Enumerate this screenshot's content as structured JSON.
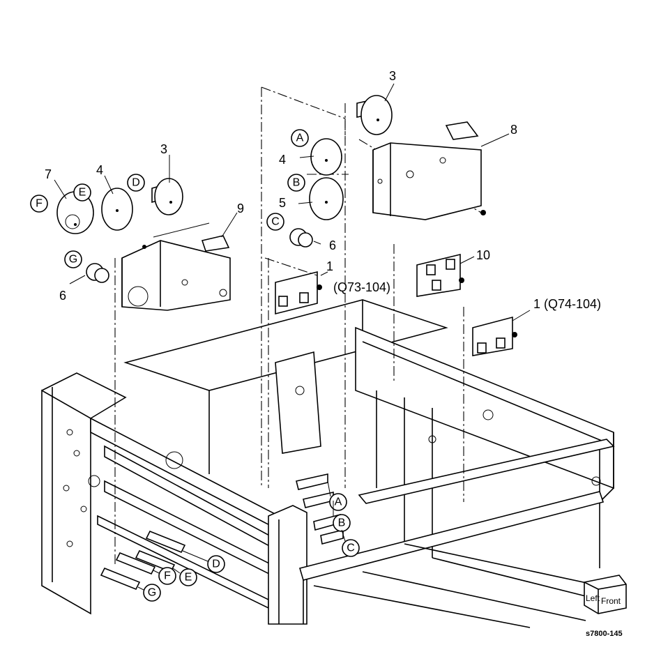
{
  "figure_id": "s7800-145",
  "orientation_box": {
    "left": "Left",
    "front": "Front"
  },
  "callouts": {
    "part_3_left": "3",
    "part_3_right": "3",
    "part_4_left": "4",
    "part_4_mid": "4",
    "part_5": "5",
    "part_6_mid": "6",
    "part_6_left": "6",
    "part_7": "7",
    "part_8": "8",
    "part_9": "9",
    "part_10": "10",
    "part_1_q73": "1",
    "part_1_q73_sub": "(Q73-104)",
    "part_1_q74": "1 (Q74-104)"
  },
  "circle_letters": {
    "a_top": "A",
    "b_top": "B",
    "c_top": "C",
    "d_top": "D",
    "e_top": "E",
    "f_top": "F",
    "g_top": "G",
    "a_bot": "A",
    "b_bot": "B",
    "c_bot": "C",
    "d_bot": "D",
    "e_bot": "E",
    "f_bot": "F",
    "g_bot": "G"
  }
}
